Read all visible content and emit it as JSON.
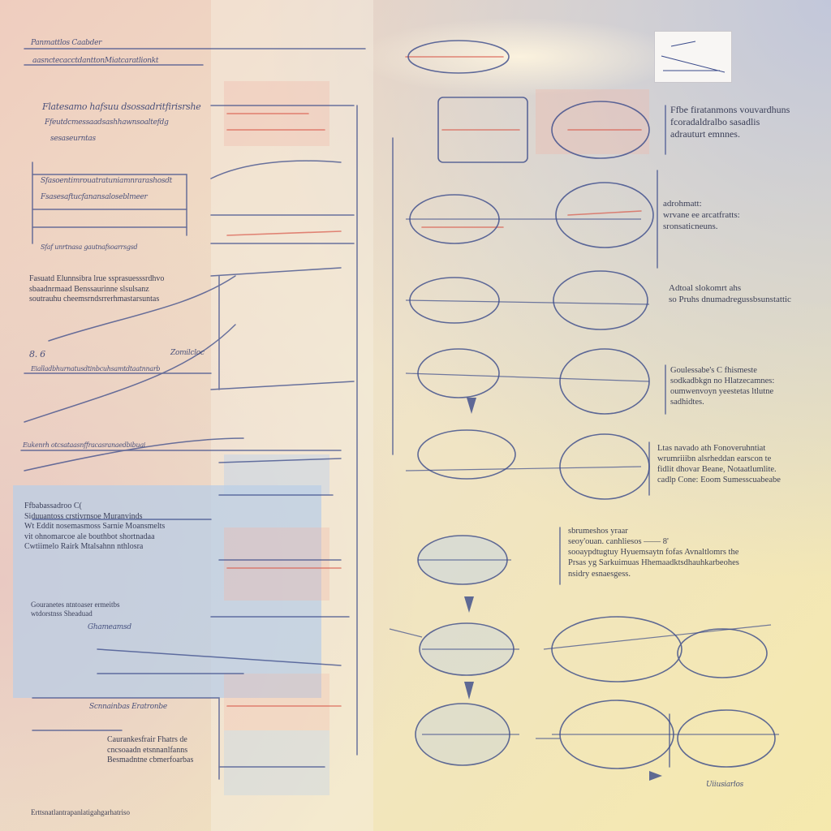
{
  "colors": {
    "bg_top_left": "#f1cfc2",
    "bg_top_right": "#c8cbd9",
    "bg_bottom_right": "#f6eab0",
    "ink_blue": "#3a4a8a",
    "ink_red": "#d9584a",
    "panel_blue": "#bcd0e8"
  },
  "notes": {
    "right_1": "Ffbe firatanmons vouvardhuns\nfcoradaldralbo sasadlis\nadrauturt emnnes.",
    "right_2": "adrohmatt:\nwrvane ee arcatfratts:\nsronsaticneuns.",
    "right_3": "Adtoal slokomrt ahs\nso Pruhs dnumadregussbsunstattic",
    "right_4": "Goulessabe's C fhismeste\nsodkadbkgn no Hlatzecamnes:\noumwenvoyn yeestetas ltlutne\nsadhidtes.",
    "right_5": "Ltas navado ath Fonoveruhntiat\nwrumriiibn alsrheddan earscon te\nfidlit dhovar Beane, Notaatlumlite.\ncadlp Cone: Eoom  Sumesscuabeabe",
    "mid_1": "sbrumeshos  yraar\nseoy'ouan. canhliesos ——  8'\nsooaypdtugtuy Hyuemsaytn fofas Avnaltlomrs the\nPrsas yg Sarkuimuas  Hhemaadktsdhauhkarbeohes\nnsidry esnaesgess.",
    "left_1": "Fasuatd Elunnsibra lrue ssprasuesssrdhvo\nsbaadnrmaad Benssaurinne slsulsanz\nsoutrauhu cheemsrndsrrerhmastarsuntas",
    "left_2": "Ffbabassadroo         C(\nSiduuantoss  crstivrnsoe  Muranvinds\nWt Eddit nosemasmoss Sarnie Moansmelts\nvit ohnomarcoe ale bouthbot shortnadaa\nCwtiimelo Rairk Mtalsahnn nthlosra",
    "left_3": "Gouranetes ntntoaser ermeitbs\nwtdorstnss Sheaduad",
    "left_4": "Caurankesfrair  Fhatrs de\ncncsoaadn etsnnanlfanns\nBesmadntne cbmerfoarbas",
    "bottom_left": "Erttsnatlantrapanlatigahgarhatriso"
  },
  "scribbles": [
    "Panmattlos  Caabder",
    "aasnctecacctdanttonMiatcaratlionkt",
    "Flatesamo hafsuu dsossadritfirisrshe",
    "Ffeutdcmessaadsashhawnsoaltefdg",
    "sesaseurntas",
    "Sfasoentimrouatratuniamnrarashosdt",
    "Fsasesaftucfanansaloseblmeer",
    "Sfaf unrtnasa gautnafsoarrsgsd",
    "Zomilcloc",
    "Eialladbhurnatusdtinbcuhsamtdtaatnnarb",
    "Eukenrh otcsataasnffracasranaedbibuai",
    "8. 6",
    "Ghameamsd",
    "Scnnainbas  Eratronbe",
    "Uiiusiarlos"
  ]
}
